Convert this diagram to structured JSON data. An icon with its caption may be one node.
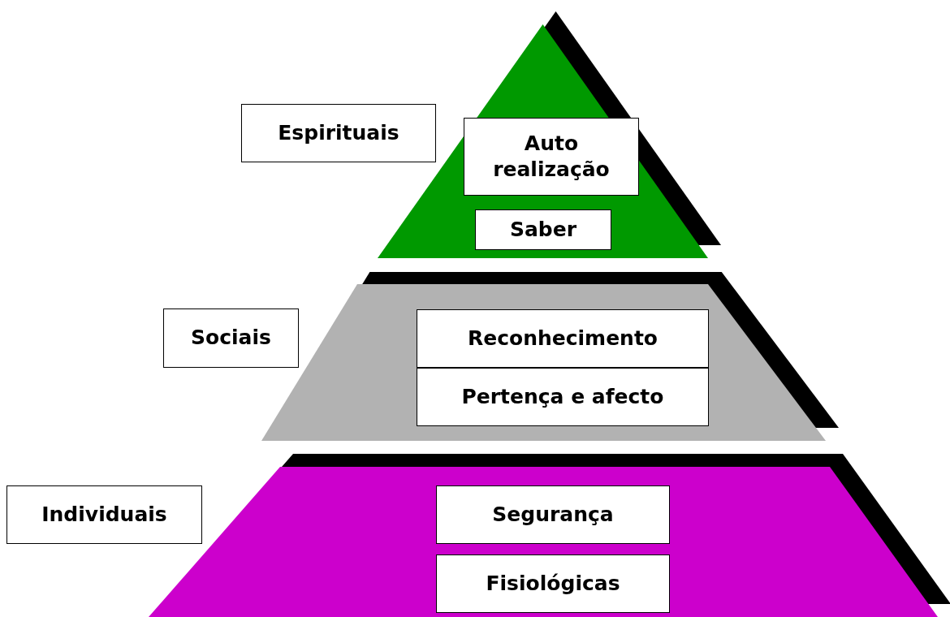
{
  "diagram": {
    "nodes": [
      {
        "text": [
          "Espirituais"
        ]
      },
      {
        "text": [],
        "shape": "triangle"
      },
      {
        "text": [
          "Auto realização"
        ],
        "in": 1
      },
      {
        "text": [
          "Saber"
        ],
        "in": 1
      },
      {
        "text": [
          "Sociais"
        ]
      },
      {
        "text": [],
        "shape": "trapezoid"
      },
      {
        "text": [
          "Reconhecimento"
        ],
        "in": 5
      },
      {
        "text": [
          "Pertença e afecto"
        ],
        "in": 5
      },
      {
        "text": [
          "Individuais"
        ]
      },
      {
        "text": [],
        "shape": "trapezoid"
      },
      {
        "text": [
          "Segurança"
        ],
        "in": 9
      },
      {
        "text": [
          "Fisiológicas"
        ],
        "in": 9
      }
    ]
  }
}
